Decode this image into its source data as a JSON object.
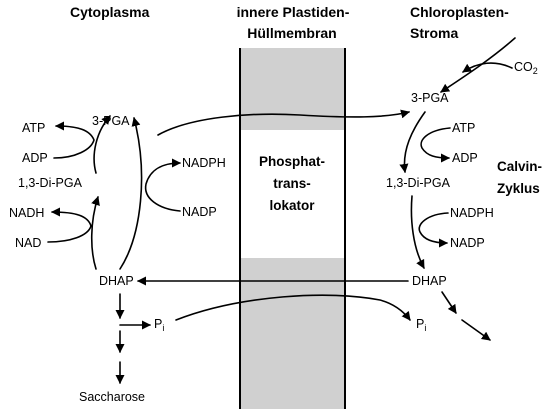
{
  "headers": {
    "cytoplasm": "Cytoplasma",
    "membrane_line1": "innere Plastiden-",
    "membrane_line2": "Hüllmembran",
    "stroma_line1": "Chloroplasten-",
    "stroma_line2": "Stroma"
  },
  "translocator": {
    "line1": "Phosphat-",
    "line2": "trans-",
    "line3": "lokator"
  },
  "cytoplasm_side": {
    "pga": "3-PGA",
    "atp": "ATP",
    "adp": "ADP",
    "dipga": "1,3-Di-PGA",
    "nadph": "NADPH",
    "nadp": "NADP",
    "nadh": "NADH",
    "nad": "NAD",
    "dhap": "DHAP",
    "pi_main": "P",
    "pi_sub": "i",
    "sucrose": "Saccharose"
  },
  "stroma_side": {
    "co2_main": "CO",
    "co2_sub": "2",
    "pga": "3-PGA",
    "atp": "ATP",
    "adp": "ADP",
    "dipga": "1,3-Di-PGA",
    "calvin_line1": "Calvin-",
    "calvin_line2": "Zyklus",
    "nadph": "NADPH",
    "nadp": "NADP",
    "dhap": "DHAP",
    "pi_main": "P",
    "pi_sub": "i"
  },
  "colors": {
    "membrane_fill": "#d0d0d0",
    "ink": "#000000",
    "background": "#ffffff"
  }
}
